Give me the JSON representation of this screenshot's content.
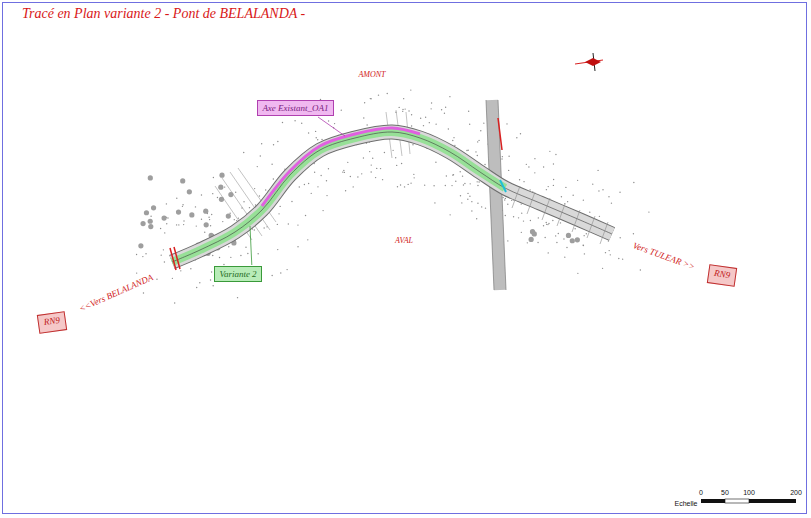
{
  "diagram": {
    "title": "Tracé en Plan variante 2 - Pont de BELALANDA -",
    "nodes": [
      {
        "text": [
          "Axe Existant_OA1"
        ]
      },
      {
        "text": [
          "Variante 2"
        ]
      },
      {
        "text": [
          "RN9"
        ]
      },
      {
        "text": [
          "RN9"
        ]
      }
    ],
    "labels": [
      "AMONT",
      "AVAL",
      "<<Vers BELALANDA",
      "Vers TULEAR >>",
      "Echelle",
      "0",
      "50",
      "100",
      "200"
    ]
  }
}
